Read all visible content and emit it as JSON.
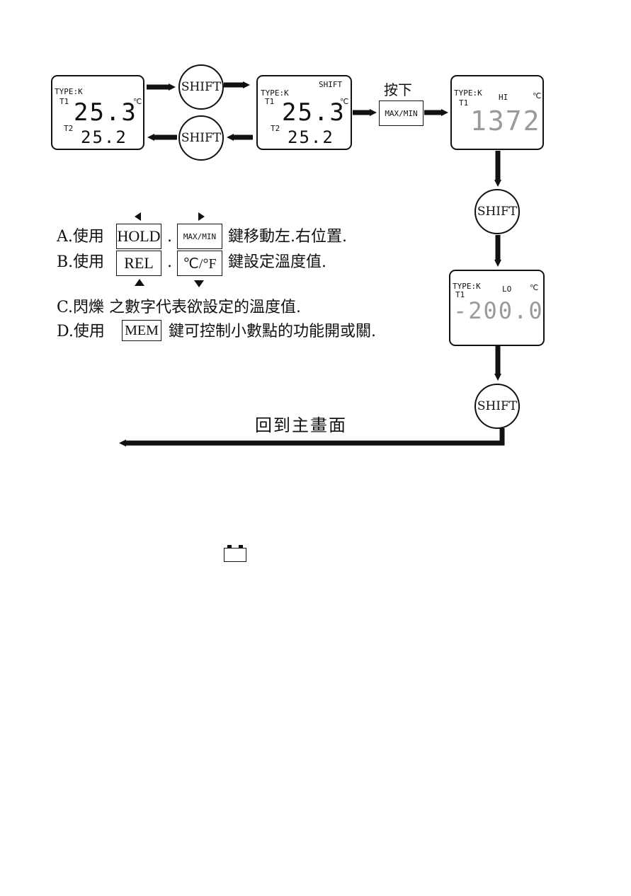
{
  "lcd1": {
    "type": "TYPE:K",
    "t1": "T1",
    "v1": "25.3",
    "unit": "℃",
    "t2": "T2",
    "v2": "25.2"
  },
  "lcd2": {
    "type": "TYPE:K",
    "mode": "SHIFT",
    "t1": "T1",
    "v1": "25.3",
    "unit": "℃",
    "t2": "T2",
    "v2": "25.2"
  },
  "lcd3": {
    "type": "TYPE:K",
    "t1": "T1",
    "mode": "HI",
    "unit": "℃",
    "value": "1372"
  },
  "lcd4": {
    "type": "TYPE:K",
    "t1": "T1",
    "mode": "LO",
    "unit": "℃",
    "value": "-200.0"
  },
  "shift_label": "SHIFT",
  "press_label": "按下",
  "maxmin_key": "MAX/MIN",
  "instructions": {
    "a": {
      "prefix": "A.使用",
      "key1": "HOLD",
      "sep": ".",
      "key2": "MAX/MIN",
      "suffix": "鍵移動左.右位置."
    },
    "b": {
      "prefix": "B.使用",
      "key1": "REL",
      "sep": ".",
      "key2": "℃/°F",
      "suffix": "鍵設定溫度值."
    },
    "c": {
      "text": "C.閃爍 之數字代表欲設定的溫度值."
    },
    "d": {
      "prefix": "D.使用",
      "key1": "MEM",
      "suffix": "鍵可控制小數點的功能開或關."
    }
  },
  "return_label": "回到主畫面",
  "battery_icon": "battery-icon"
}
